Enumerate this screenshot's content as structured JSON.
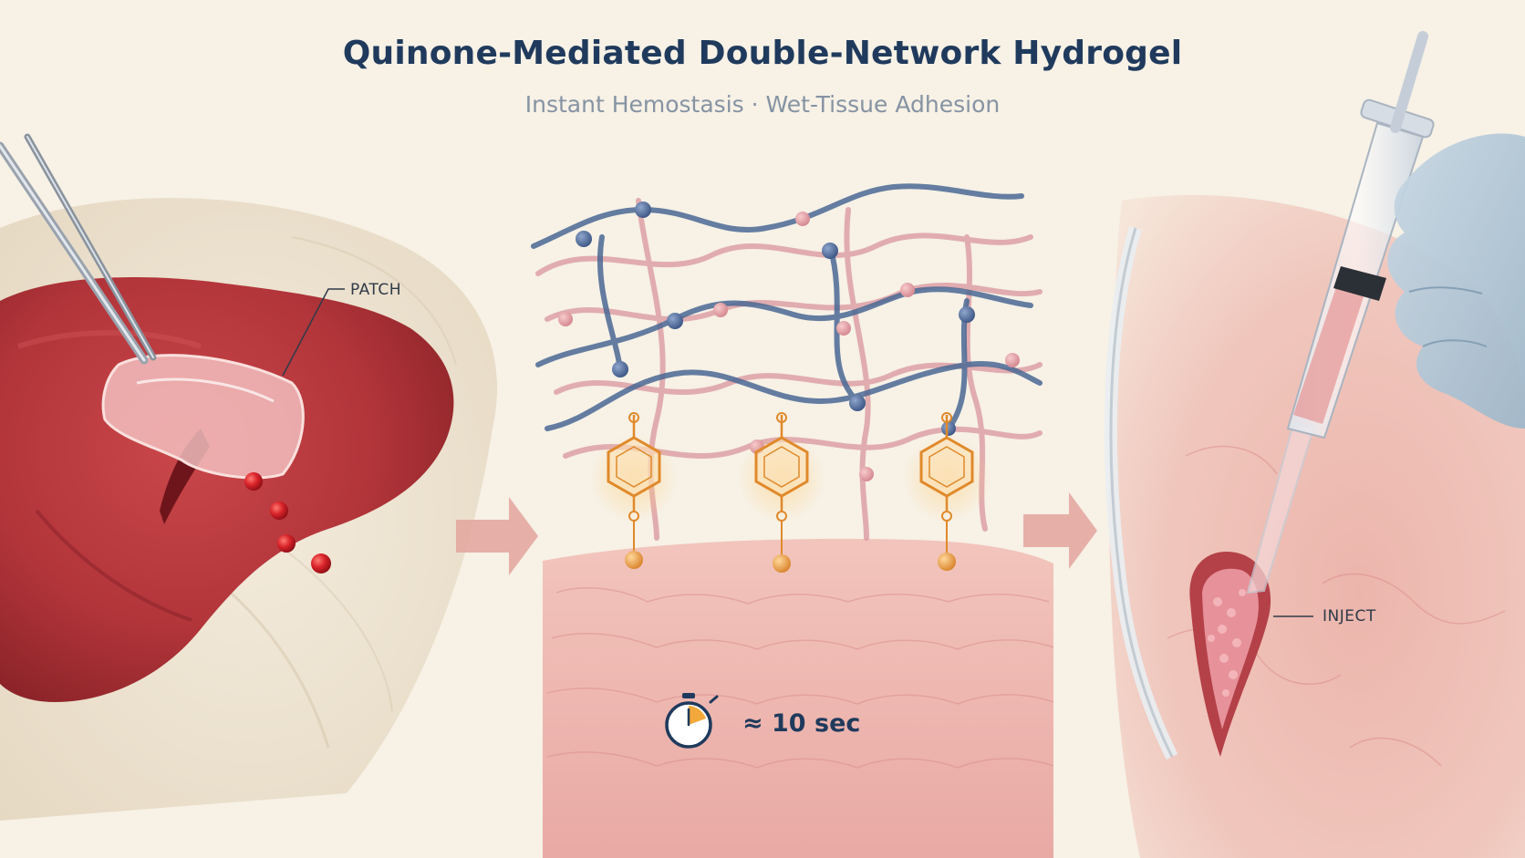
{
  "header": {
    "title": "Quinone-Mediated Double-Network Hydrogel",
    "subtitle": "Instant Hemostasis · Wet-Tissue Adhesion"
  },
  "panels": {
    "left": {
      "callout": "PATCH"
    },
    "center": {
      "time_label": "≈ 10 sec"
    },
    "right": {
      "callout": "INJECT"
    }
  },
  "colors": {
    "title": "#1f3a5c",
    "subtitle": "#8593a3",
    "network_blue": "#4a6894",
    "network_pink": "#d98f98",
    "quinone_orange": "#e0892a",
    "tissue_red": "#b8383c",
    "arrow_pink": "#e3a49c"
  },
  "icons": [
    "forceps-icon",
    "stopwatch-icon",
    "syringe-icon",
    "glove-icon",
    "quinone-ring-icon",
    "arrow-right-icon"
  ]
}
